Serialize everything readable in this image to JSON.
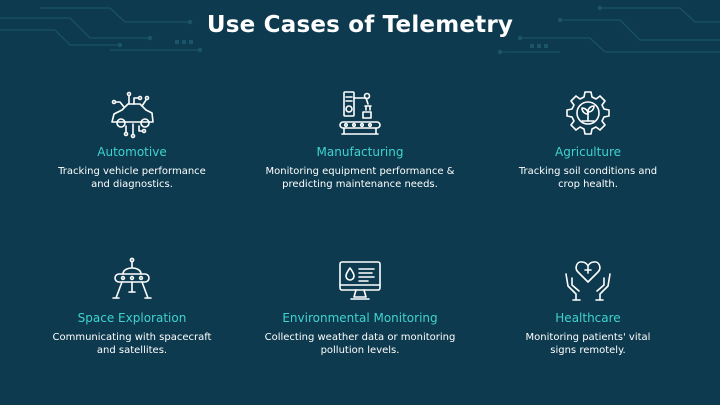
{
  "title": "Use Cases of Telemetry",
  "colors": {
    "background": "#0d3a4e",
    "accent": "#3fd3cf",
    "text": "#ffffff",
    "icon_stroke": "#ffffff"
  },
  "cards": [
    {
      "icon": "car-circuit-icon",
      "label": "Automotive",
      "desc_line1": "Tracking vehicle performance",
      "desc_line2": "and diagnostics."
    },
    {
      "icon": "robot-arm-conveyor-icon",
      "label": "Manufacturing",
      "desc_line1": "Monitoring equipment performance &",
      "desc_line2": "predicting maintenance needs."
    },
    {
      "icon": "gear-plant-icon",
      "label": "Agriculture",
      "desc_line1": "Tracking soil conditions and",
      "desc_line2": "crop health."
    },
    {
      "icon": "ufo-spacecraft-icon",
      "label": "Space Exploration",
      "desc_line1": "Communicating with spacecraft",
      "desc_line2": "and satellites."
    },
    {
      "icon": "monitor-water-drop-icon",
      "label": "Environmental Monitoring",
      "desc_line1": "Collecting weather data or monitoring",
      "desc_line2": "pollution levels."
    },
    {
      "icon": "hands-heart-cross-icon",
      "label": "Healthcare",
      "desc_line1": "Monitoring patients' vital",
      "desc_line2": "signs remotely."
    }
  ]
}
